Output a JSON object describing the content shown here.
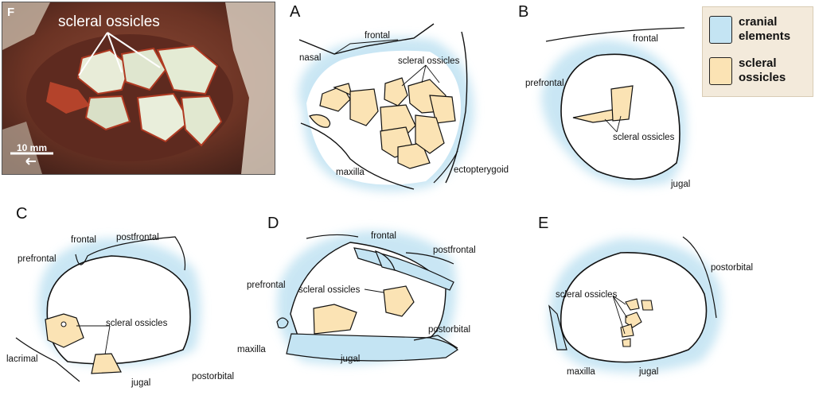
{
  "photo": {
    "panel_letter": "F",
    "caption": "scleral ossicles",
    "scale_bar": "10 mm"
  },
  "panels": {
    "A": {
      "letter": "A",
      "labels": {
        "frontal": "frontal",
        "nasal": "nasal",
        "scleral": "scleral ossicles",
        "maxilla": "maxilla",
        "ecto": "ectopterygoid"
      }
    },
    "B": {
      "letter": "B",
      "labels": {
        "frontal": "frontal",
        "prefrontal": "prefrontal",
        "scleral": "scleral ossicles",
        "jugal": "jugal"
      }
    },
    "C": {
      "letter": "C",
      "labels": {
        "frontal": "frontal",
        "postfrontal": "postfrontal",
        "prefrontal": "prefrontal",
        "scleral": "scleral ossicles",
        "lacrimal": "lacrimal",
        "jugal": "jugal",
        "postorbital": "postorbital"
      }
    },
    "D": {
      "letter": "D",
      "labels": {
        "frontal": "frontal",
        "postfrontal": "postfrontal",
        "prefrontal": "prefrontal",
        "scleral": "scleral ossicles",
        "postorbital": "postorbital",
        "maxilla": "maxilla",
        "jugal": "jugal"
      }
    },
    "E": {
      "letter": "E",
      "labels": {
        "postorbital": "postorbital",
        "scleral": "scleral ossicles",
        "maxilla": "maxilla",
        "jugal": "jugal"
      }
    }
  },
  "legend": {
    "cranial_line1": "cranial",
    "cranial_line2": "elements",
    "scleral_line1": "scleral",
    "scleral_line2": "ossicles",
    "cranial_color": "#c4e4f3",
    "scleral_color": "#fbe3b4"
  }
}
